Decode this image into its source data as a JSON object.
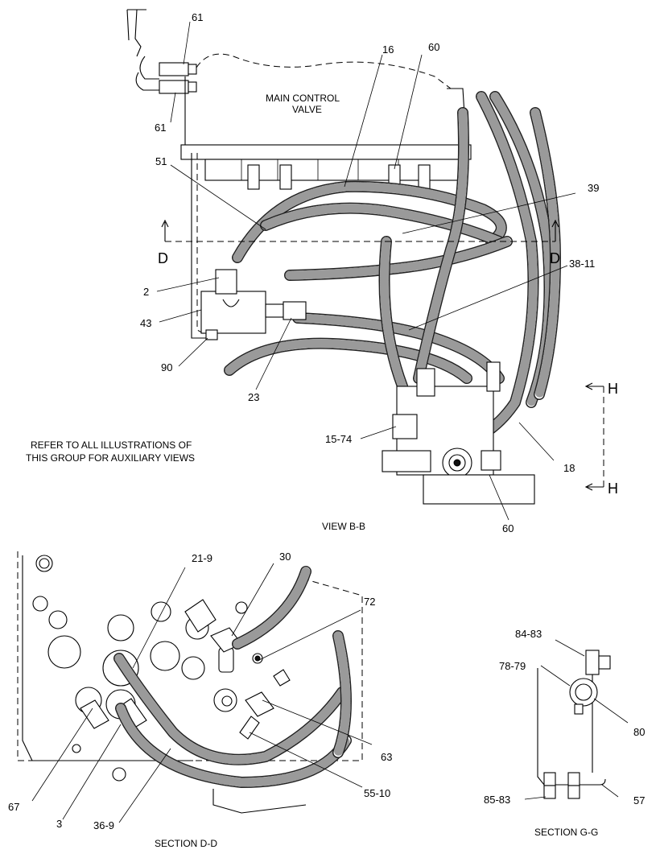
{
  "labels": {
    "p61_top": "61",
    "p61_bot": "61",
    "p16": "16",
    "p60_top": "60",
    "main_control_valve": "MAIN CONTROL\nVALVE",
    "p51": "51",
    "p39": "39",
    "p38_11": "38-11",
    "p2": "2",
    "p43": "43",
    "p90": "90",
    "p23": "23",
    "p15_74": "15-74",
    "p18": "18",
    "p60_bot": "60",
    "section_d_left": "D",
    "section_d_right": "D",
    "section_h_top": "H",
    "section_h_bot": "H",
    "refer_note_line1": "REFER TO ALL ILLUSTRATIONS OF",
    "refer_note_line2": "THIS GROUP FOR AUXILIARY VIEWS",
    "view_bb": "VIEW B-B",
    "p21_9": "21-9",
    "p30": "30",
    "p72": "72",
    "p63": "63",
    "p55_10": "55-10",
    "p67": "67",
    "p3": "3",
    "p36_9": "36-9",
    "section_dd": "SECTION D-D",
    "p84_83": "84-83",
    "p78_79": "78-79",
    "p80": "80",
    "p85_83": "85-83",
    "p57": "57",
    "section_gg": "SECTION G-G"
  }
}
